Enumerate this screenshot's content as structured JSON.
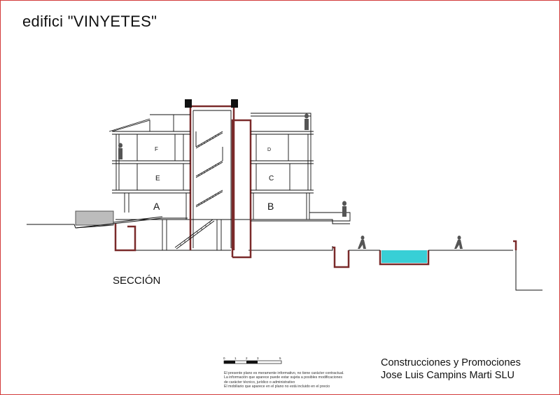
{
  "title": "edifici \"VINYETES\"",
  "section_label": "SECCIÓN",
  "company": {
    "line1": "Construcciones y Promociones",
    "line2": "Jose Luis Campins Marti SLU"
  },
  "disclaimer": [
    "El presente plano es meramente informativo, no tiene carácter contractual.",
    "La información que aparece puede estar sujeta a posibles modificaciones",
    "de carácter técnico, jurídico o administrativo",
    "El mobiliario que aparece en el plano no está incluido en el precio"
  ],
  "scale_bar": {
    "ticks": [
      "0",
      "1",
      "2",
      "3",
      "5"
    ]
  },
  "units": {
    "A": "A",
    "B": "B",
    "C": "C",
    "D": "D",
    "E": "E",
    "F": "F"
  },
  "colors": {
    "wall": "#7a2a2a",
    "pool": "#38cfd6",
    "frame": "#d23a3a",
    "line": "#111111"
  }
}
